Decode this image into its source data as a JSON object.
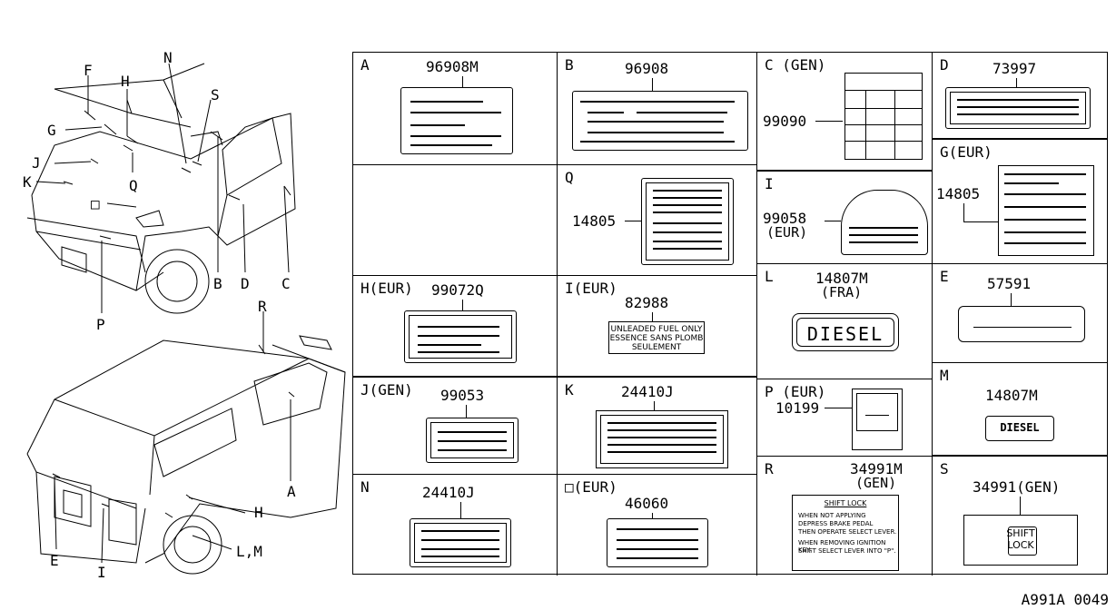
{
  "callouts": {
    "F": "F",
    "H": "H",
    "N": "N",
    "S": "S",
    "G": "G",
    "J": "J",
    "K": "K",
    "Q": "Q",
    "O": "□",
    "P": "P",
    "B": "B",
    "D": "D",
    "C": "C",
    "R": "R",
    "A": "A",
    "H2": "H",
    "LM": "L,M",
    "E": "E",
    "I": "I"
  },
  "cells": {
    "A": {
      "letter": "A",
      "part": "96908M"
    },
    "B": {
      "letter": "B",
      "part": "96908"
    },
    "C": {
      "letter": "C (GEN)",
      "part": "99090"
    },
    "D": {
      "letter": "D",
      "part": "73997"
    },
    "G": {
      "letter": "G(EUR)",
      "part": "14805"
    },
    "Q": {
      "letter": "Q",
      "part": "14805"
    },
    "I1": {
      "letter": "I",
      "part": "99058",
      "sub": "(EUR)"
    },
    "L": {
      "letter": "L",
      "part": "14807M",
      "sub": "(FRA)",
      "label_text": "DIESEL"
    },
    "E": {
      "letter": "E",
      "part": "57591"
    },
    "H": {
      "letter": "H(EUR)",
      "part": "99072Q"
    },
    "I2": {
      "letter": "I(EUR)",
      "part": "82988",
      "label_text": [
        "UNLEADED FUEL ONLY",
        "ESSENCE SANS PLOMB",
        "SEULEMENT"
      ]
    },
    "P": {
      "letter": "P (EUR)",
      "part": "10199"
    },
    "M": {
      "letter": "M",
      "part": "14807M",
      "label_text": "DIESEL"
    },
    "J": {
      "letter": "J(GEN)",
      "part": "99053"
    },
    "K": {
      "letter": "K",
      "part": "24410J"
    },
    "R": {
      "letter": "R",
      "part": "34991M",
      "sub": "(GEN)",
      "label_text": [
        "SHIFT LOCK",
        "WHEN NOT APPLYING",
        "DEPRESS BRAKE PEDAL",
        "THEN OPERATE SELECT LEVER.",
        "WHEN REMOVING IGNITION KEY,",
        "SHIFT SELECT LEVER INTO \"P\"."
      ]
    },
    "S": {
      "letter": "S",
      "part": "34991(GEN)",
      "label_text": [
        "SHIFT",
        "LOCK"
      ]
    },
    "N": {
      "letter": "N",
      "part": "24410J"
    },
    "O": {
      "letter": "□(EUR)",
      "part": "46060"
    }
  },
  "diagram_code": "A991A 0049"
}
